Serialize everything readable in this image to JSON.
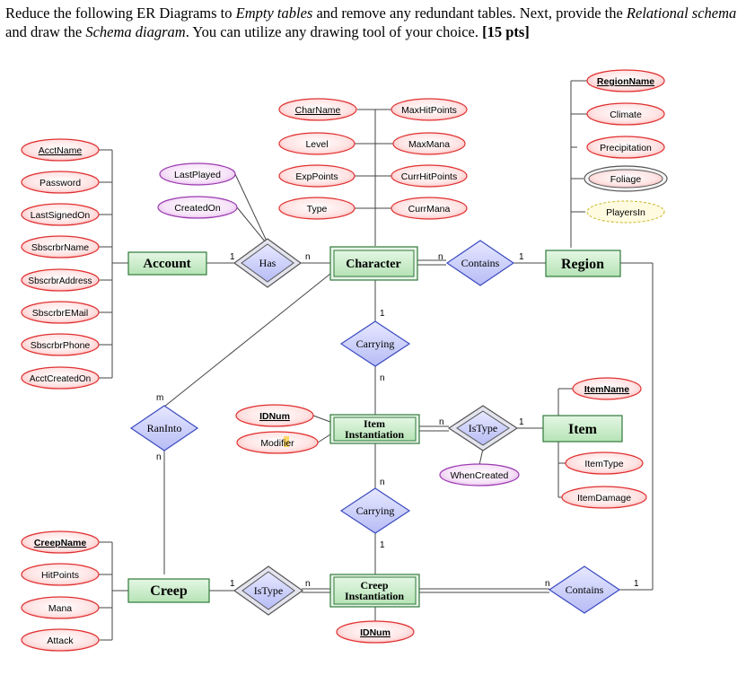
{
  "question": {
    "part1": "Reduce the following ER Diagrams to ",
    "em1": "Empty tables",
    "part2": " and remove any redundant tables. Next, provide the ",
    "em2": "Relational schema",
    "part3": " and draw the ",
    "em3": "Schema diagram",
    "part4": ". You can utilize any drawing tool of your choice. ",
    "points": "[15 pts]"
  },
  "entities": {
    "account": "Account",
    "character": "Character",
    "region": "Region",
    "item_instantiation_l1": "Item",
    "item_instantiation_l2": "Instantiation",
    "item": "Item",
    "creep": "Creep",
    "creep_instantiation_l1": "Creep",
    "creep_instantiation_l2": "Instantiation"
  },
  "relationships": {
    "has": "Has",
    "contains_region": "Contains",
    "carrying_char": "Carrying",
    "ran_into": "RanInto",
    "is_type_item": "IsType",
    "carrying_creep": "Carrying",
    "is_type_creep": "IsType",
    "contains_creep": "Contains"
  },
  "attributes": {
    "account": [
      "AcctName",
      "Password",
      "LastSignedOn",
      "SbscrbrName",
      "SbscrbrAddress",
      "SbscrbrEMail",
      "SbscrbrPhone",
      "AcctCreatedOn"
    ],
    "has": [
      "LastPlayed",
      "CreatedOn"
    ],
    "character_left": [
      "CharName",
      "Level",
      "ExpPoints",
      "Type"
    ],
    "character_right": [
      "MaxHitPoints",
      "MaxMana",
      "CurrHitPoints",
      "CurrMana"
    ],
    "region": [
      "RegionName",
      "Climate",
      "Precipitation",
      "Foliage",
      "PlayersIn"
    ],
    "item_instantiation": [
      "IDNum",
      "Modifier"
    ],
    "is_type_item": [
      "WhenCreated"
    ],
    "item": [
      "ItemName",
      "ItemType",
      "ItemDamage"
    ],
    "creep": [
      "CreepName",
      "HitPoints",
      "Mana",
      "Attack"
    ],
    "creep_instantiation": [
      "IDNum"
    ]
  },
  "cardinalities": {
    "has_account": "1",
    "has_character": "n",
    "contains_character": "n",
    "contains_region": "1",
    "carrying_character": "1",
    "carrying_item_instantiation": "n",
    "ranInto_character": "m",
    "ranInto_creep": "n",
    "isType_item_instantiation": "n",
    "isType_item": "1",
    "carrying2_item_instantiation": "n",
    "carrying2_creep_instantiation": "1",
    "isType2_creep": "1",
    "isType2_creep_instantiation": "n",
    "contains2_creep_instantiation": "n",
    "contains2_region": "1"
  },
  "colors": {
    "entity_fill": "#bfe8bf",
    "entity_border": "#2f7a3a",
    "relationship_fill": "#c9ccff",
    "relationship_border": "#3a4ac0",
    "attribute_fill": "#ffd6d6",
    "attribute_border": "#e03030",
    "rel_attribute_fill": "#f2d2f5",
    "rel_attribute_border": "#9b3bb0",
    "line": "#444444"
  }
}
